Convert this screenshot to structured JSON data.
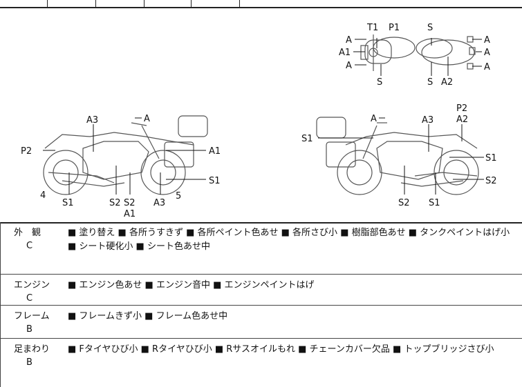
{
  "diagram": {
    "top_view": {
      "labels": [
        "T1",
        "P1",
        "S",
        "A",
        "A1",
        "A",
        "S",
        "S",
        "A2",
        "A",
        "A",
        "A"
      ]
    },
    "left_view": {
      "labels": [
        "A",
        "A3",
        "P2",
        "A1",
        "S1",
        "4",
        "S1",
        "S2",
        "S2",
        "A1",
        "A3",
        "5"
      ]
    },
    "right_view": {
      "labels": [
        "A",
        "P2",
        "A2",
        "A3",
        "S1",
        "S1",
        "S2",
        "S2",
        "S1"
      ]
    }
  },
  "sections": [
    {
      "category": "外　観",
      "grade": "C",
      "items": "■ 塗り替え ■ 各所うすきず ■ 各所ペイント色あせ ■ 各所さび小 ■ 樹脂部色あせ ■ タンクペイントはげ小 ■ シート硬化小 ■ シート色あせ中"
    },
    {
      "category": "エンジン",
      "grade": "C",
      "items": "■ エンジン色あせ ■ エンジン音中 ■ エンジンペイントはげ"
    },
    {
      "category": "フレーム",
      "grade": "B",
      "items": "■ フレームきず小 ■ フレーム色あせ中"
    },
    {
      "category": "足まわり",
      "grade": "B",
      "items": "■ Fタイヤひび小 ■ Rタイヤひび小 ■ Rサスオイルもれ ■ チェーンカバー欠品 ■ トップブリッジさび小"
    }
  ]
}
